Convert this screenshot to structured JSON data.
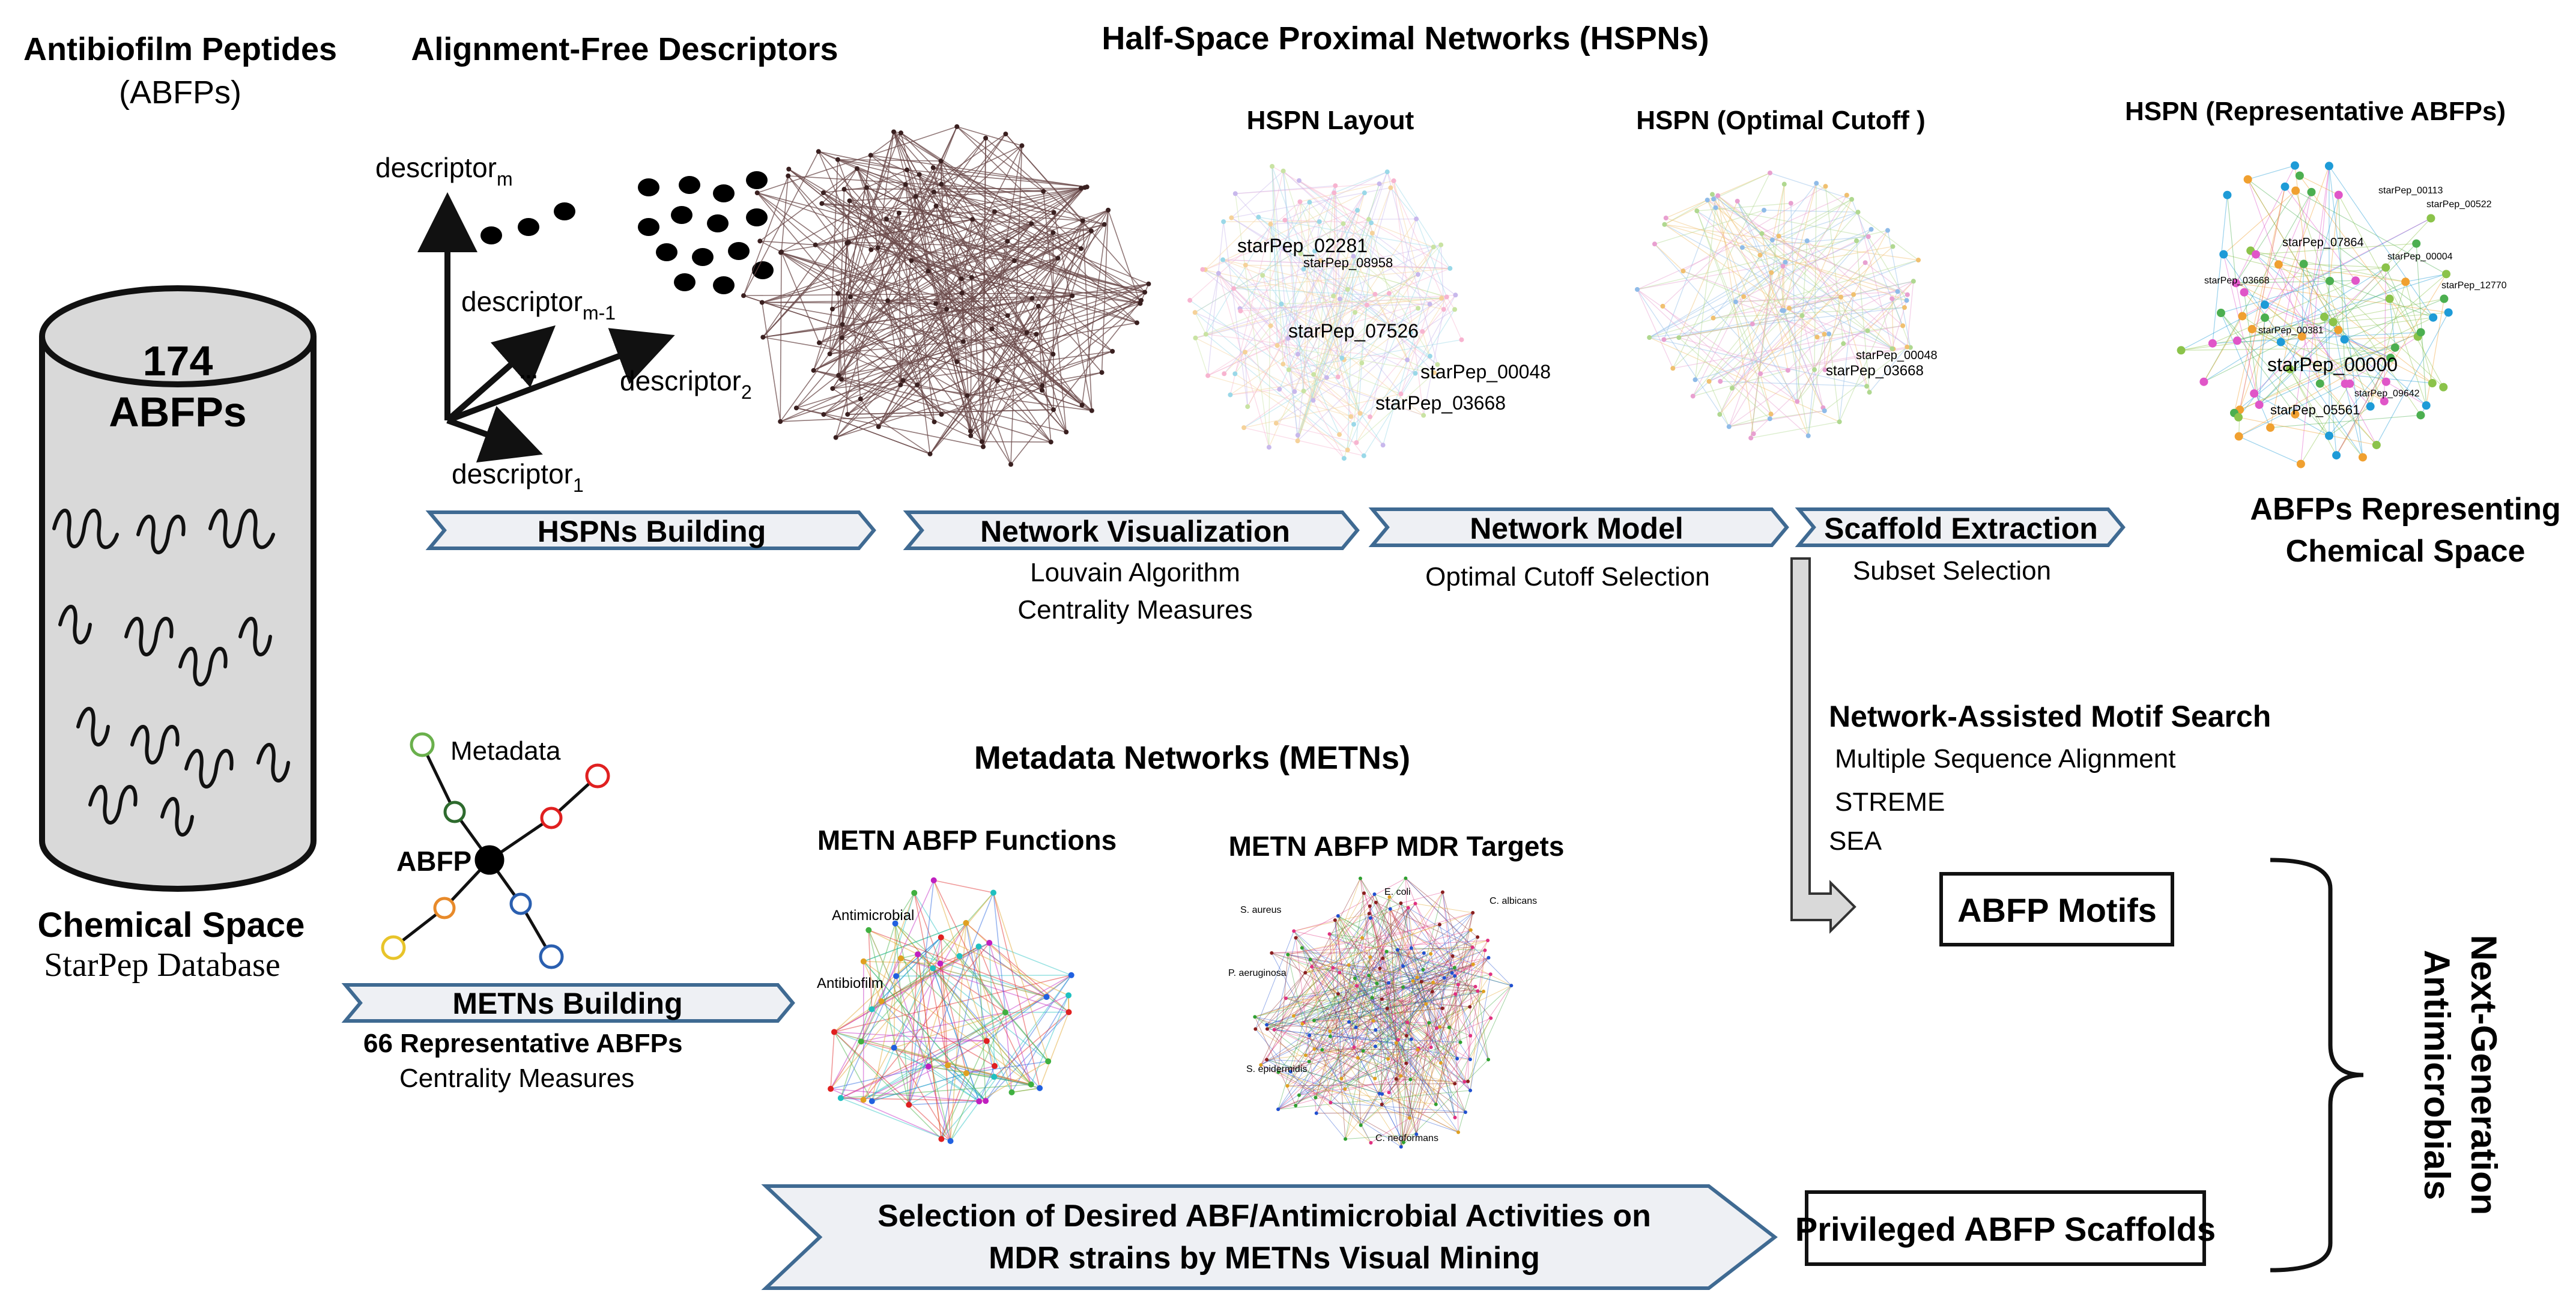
{
  "colors": {
    "arrow_fill": "#eef0f4",
    "arrow_stroke": "#3f6a92",
    "cylinder_fill": "#d9d9d9",
    "edge": "#6b4a4a",
    "node": "#3a2020"
  },
  "left": {
    "title_line1": "Antibiofilm Peptides",
    "title_line2": "(ABFPs)",
    "count": "174",
    "count_label": "ABFPs",
    "caption_bold": "Chemical Space",
    "caption_db": "StarPep Database"
  },
  "descriptors": {
    "title": "Alignment-Free Descriptors",
    "axis_m": "descriptor",
    "axis_m_sub": "m",
    "axis_m1": "descriptor",
    "axis_m1_sub": "m-1",
    "axis_2": "descriptor",
    "axis_2_sub": "2",
    "axis_1": "descriptor",
    "axis_1_sub": "1",
    "ellipsis": "..."
  },
  "hspn": {
    "section_title": "Half-Space Proximal Networks  (HSPNs)",
    "layout_title": "HSPN Layout",
    "optimal_title": "HSPN (Optimal Cutoff )",
    "representative_title": "HSPN (Representative ABFPs)",
    "layout_labels": [
      "starPep_02281",
      "starPep_08958",
      "starPep_07526",
      "starPep_00048",
      "starPep_03668"
    ],
    "optimal_labels": [
      "starPep_03668",
      "starPep_00048"
    ],
    "rep_labels": [
      "starPep_00000",
      "starPep_05561",
      "starPep_07864",
      "starPep_00113",
      "starPep_00004",
      "starPep_00522",
      "starPep_12770",
      "starPep_00381",
      "starPep_03668",
      "starPep_09642"
    ],
    "right_caption_line1": "ABFPs Representing",
    "right_caption_line2": "Chemical Space"
  },
  "pipeline": [
    {
      "label": "HSPNs Building",
      "sub1": "",
      "sub2": ""
    },
    {
      "label": "Network Visualization",
      "sub1": "Louvain Algorithm",
      "sub2": "Centrality Measures"
    },
    {
      "label": "Network Model",
      "sub1": "Optimal Cutoff Selection",
      "sub2": ""
    },
    {
      "label": "Scaffold Extraction",
      "sub1": "Subset Selection",
      "sub2": ""
    }
  ],
  "motif": {
    "title": "Network-Assisted Motif Search",
    "items": [
      "Multiple Sequence Alignment",
      "STREME",
      "SEA"
    ],
    "box": "ABFP Motifs"
  },
  "metadata_graph": {
    "metadata_label": "Metadata",
    "abfp_label": "ABFP",
    "arrow_label": "METNs Building",
    "sub1": "66 Representative ABFPs",
    "sub2": "Centrality Measures"
  },
  "metn": {
    "section_title": "Metadata Networks  (METNs)",
    "functions_title": "METN ABFP Functions",
    "targets_title": "METN ABFP MDR Targets",
    "functions_labels": [
      "Antimicrobial",
      "Antibiofilm"
    ],
    "targets_labels": [
      "S. aureus",
      "E. coli",
      "C. albicans",
      "P. aeruginosa",
      "S. epidermidis",
      "C. neoformans"
    ]
  },
  "bottom": {
    "selection_line1": "Selection of Desired ABF/Antimicrobial Activities on",
    "selection_line2": "MDR strains by METNs Visual Mining",
    "scaffold_box": "Privileged ABFP Scaffolds",
    "next_gen_line1": "Next-Generation",
    "next_gen_line2": "Antimicrobials"
  }
}
